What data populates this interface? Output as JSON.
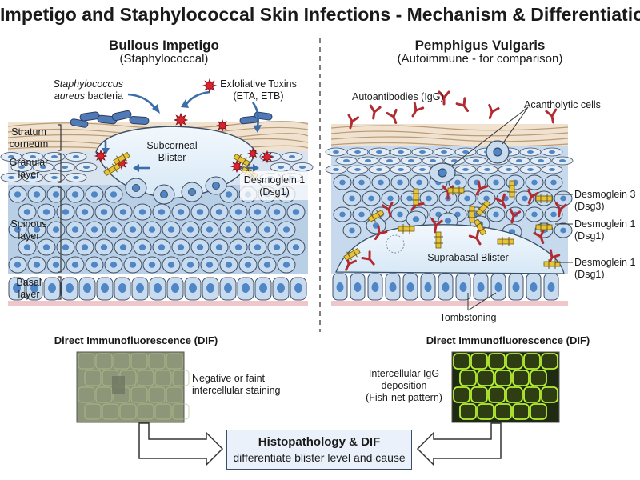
{
  "title": "Impetigo and Staphylococcal Skin Infections - Mechanism & Differentiation",
  "left": {
    "heading": "Bullous Impetigo",
    "subheading": "(Staphylococcal)",
    "bacteria_label_1": "Staphylococcus",
    "bacteria_label_2": "aureus bacteria",
    "toxins_label_1": "Exfoliative Toxins",
    "toxins_label_2": "(ETA, ETB)",
    "blister_label_1": "Subcorneal",
    "blister_label_2": "Blister",
    "dsg_label_1": "Desmoglein 1",
    "dsg_label_2": "(Dsg1)",
    "dif_title": "Direct Immunofluorescence (DIF)",
    "dif_note_1": "Negative or faint",
    "dif_note_2": "intercellular staining"
  },
  "layers": {
    "stratum_1": "Stratum",
    "stratum_2": "corneum",
    "granular_1": "Granular",
    "granular_2": "layer",
    "spinous_1": "Spinous",
    "spinous_2": "layer",
    "basal_1": "Basal",
    "basal_2": "layer"
  },
  "right": {
    "heading": "Pemphigus Vulgaris",
    "subheading": "(Autoimmune - for comparison)",
    "autoantibodies": "Autoantibodies (IgG)",
    "acantholytic": "Acantholytic cells",
    "dsg3_1": "Desmoglein 3",
    "dsg3_2": "(Dsg3)",
    "dsg1a_1": "Desmoglein 1",
    "dsg1a_2": "(Dsg1)",
    "dsg1b_1": "Desmoglein 1",
    "dsg1b_2": "(Dsg1)",
    "blister_label": "Suprabasal Blister",
    "tombstoning": "Tombstoning",
    "dif_title": "Direct Immunofluorescence (DIF)",
    "dif_note_1": "Intercellular IgG",
    "dif_note_2": "deposition",
    "dif_note_3": "(Fish-net pattern)"
  },
  "summary": {
    "line1": "Histopathology & DIF",
    "line2": "differentiate blister level and cause"
  },
  "colors": {
    "cell_fill": "#c9dcef",
    "nucleus": "#4f86c6",
    "outline": "#3d4f66",
    "corneum": "#f0e2cf",
    "toxin": "#d9232e",
    "antibody": "#b22a32",
    "desmoglein": "#e7c33a",
    "basement": "#efc6c9",
    "dif_negative_bg": "#8d9679",
    "dif_positive_glow": "#b7f032"
  }
}
